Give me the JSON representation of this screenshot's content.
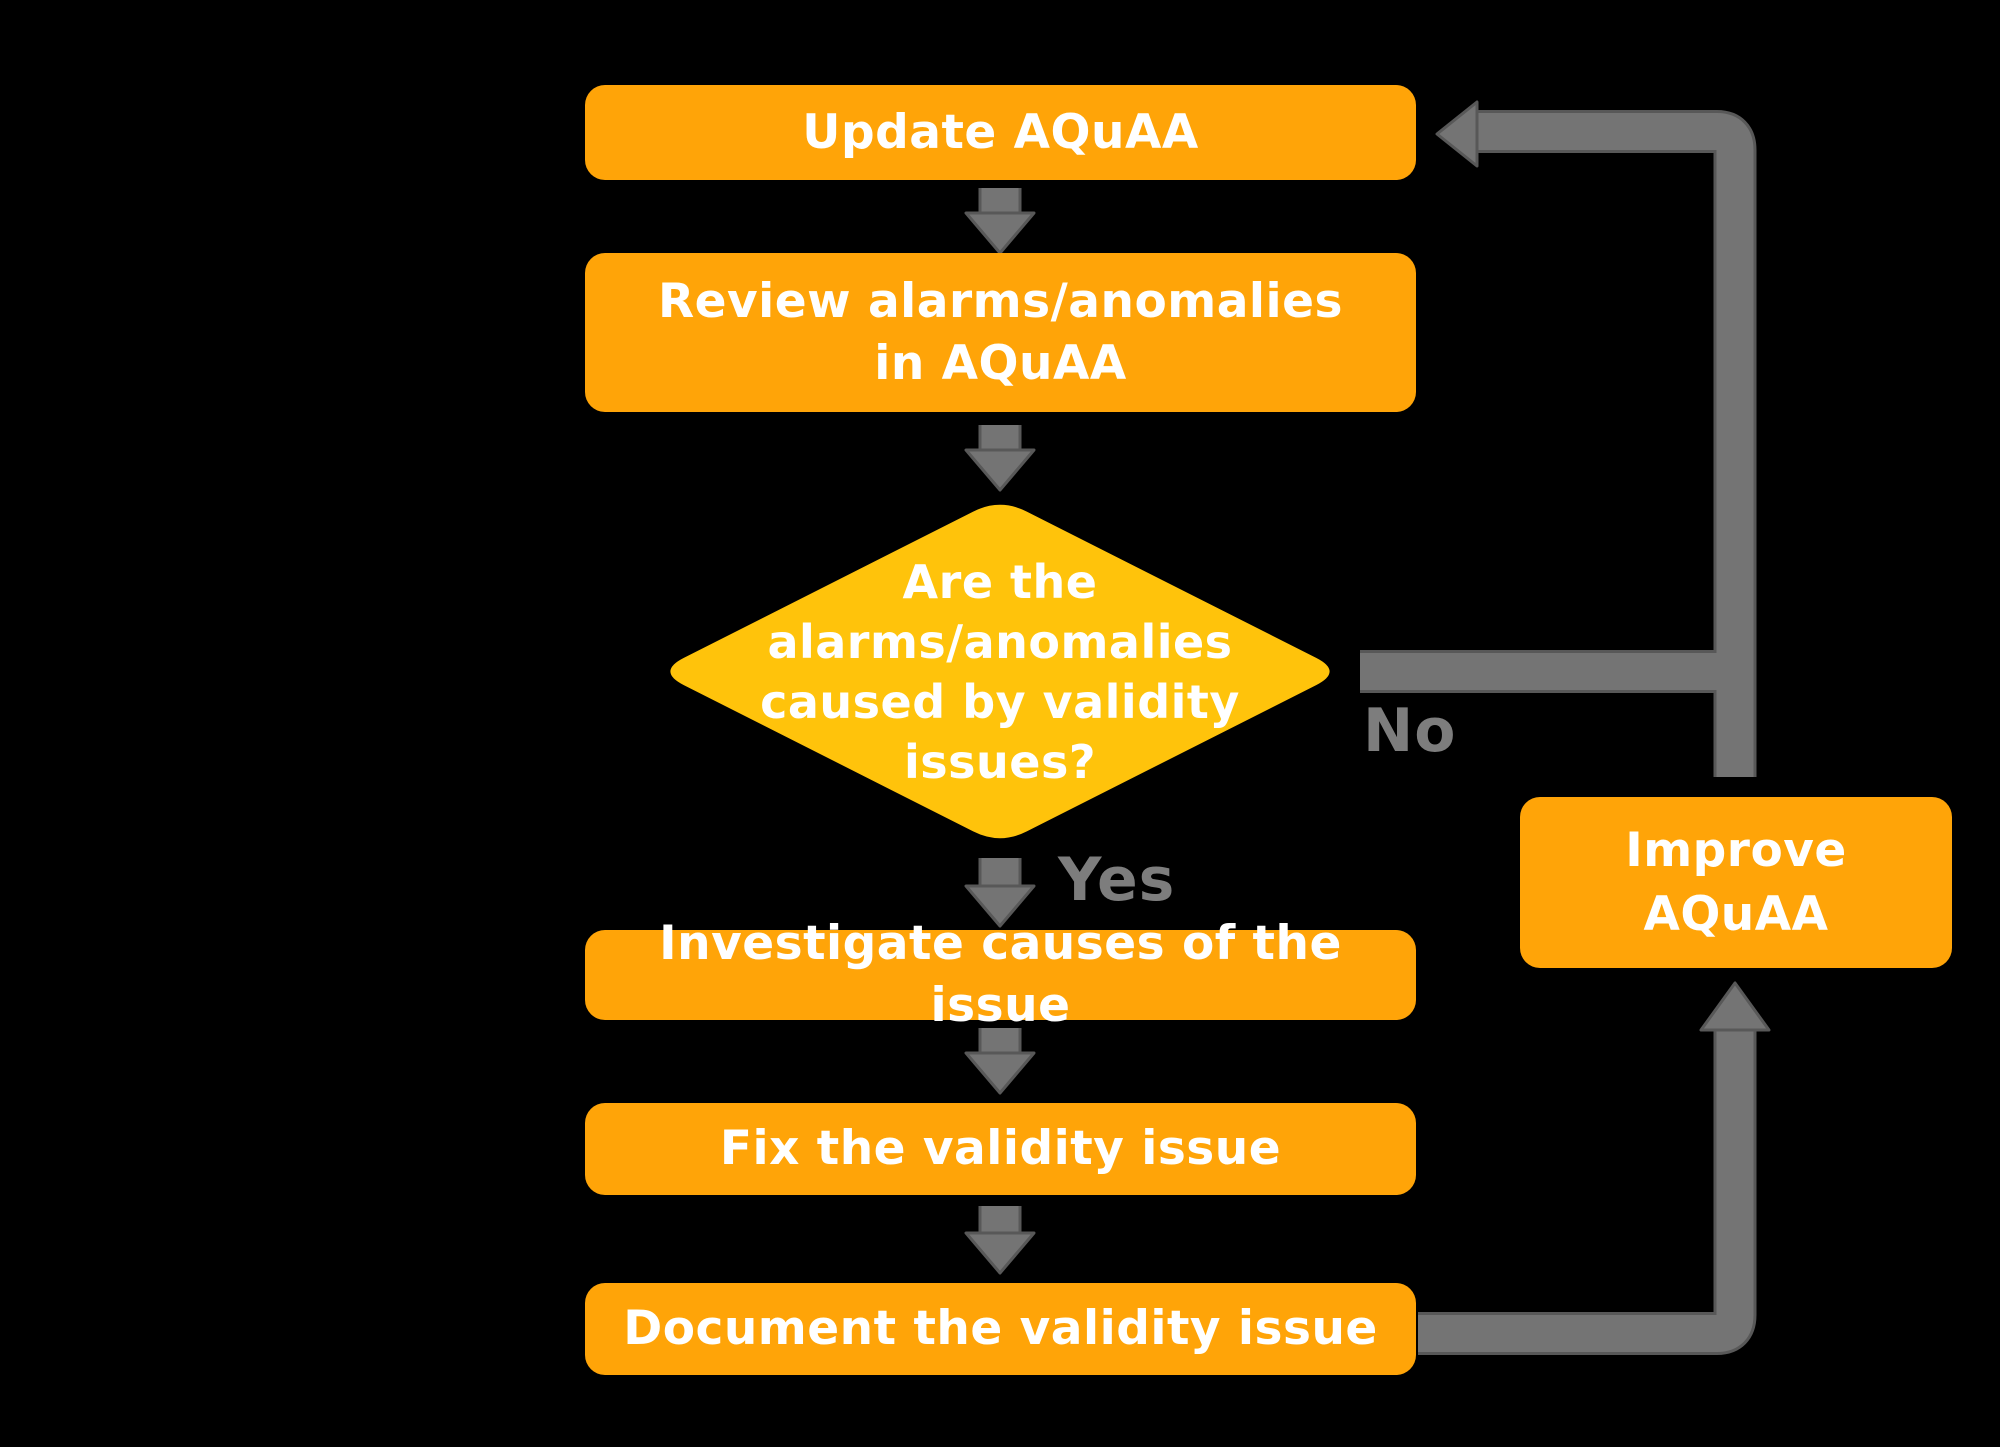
{
  "title": "AQuAA validity issue handling flowchart",
  "colors": {
    "background": "#000000",
    "box": "#FFA408",
    "diamond": "#FFC30B",
    "connector": "#747474",
    "connector_outline": "#585858",
    "label_text": "#7D7D7D",
    "box_text": "#FFFFFF"
  },
  "nodes": {
    "update": {
      "label": "Update AQuAA"
    },
    "review": {
      "lines": [
        "Review alarms/anomalies",
        "in AQuAA"
      ]
    },
    "decision": {
      "lines": [
        "Are the",
        "alarms/anomalies",
        "caused by validity",
        "issues?"
      ]
    },
    "investigate": {
      "label": "Investigate causes of the issue"
    },
    "fix": {
      "label": "Fix the validity issue"
    },
    "document": {
      "label": "Document the validity issue"
    },
    "improve": {
      "lines": [
        "Improve",
        "AQuAA"
      ]
    }
  },
  "edges": {
    "yes_label": "Yes",
    "no_label": "No"
  }
}
